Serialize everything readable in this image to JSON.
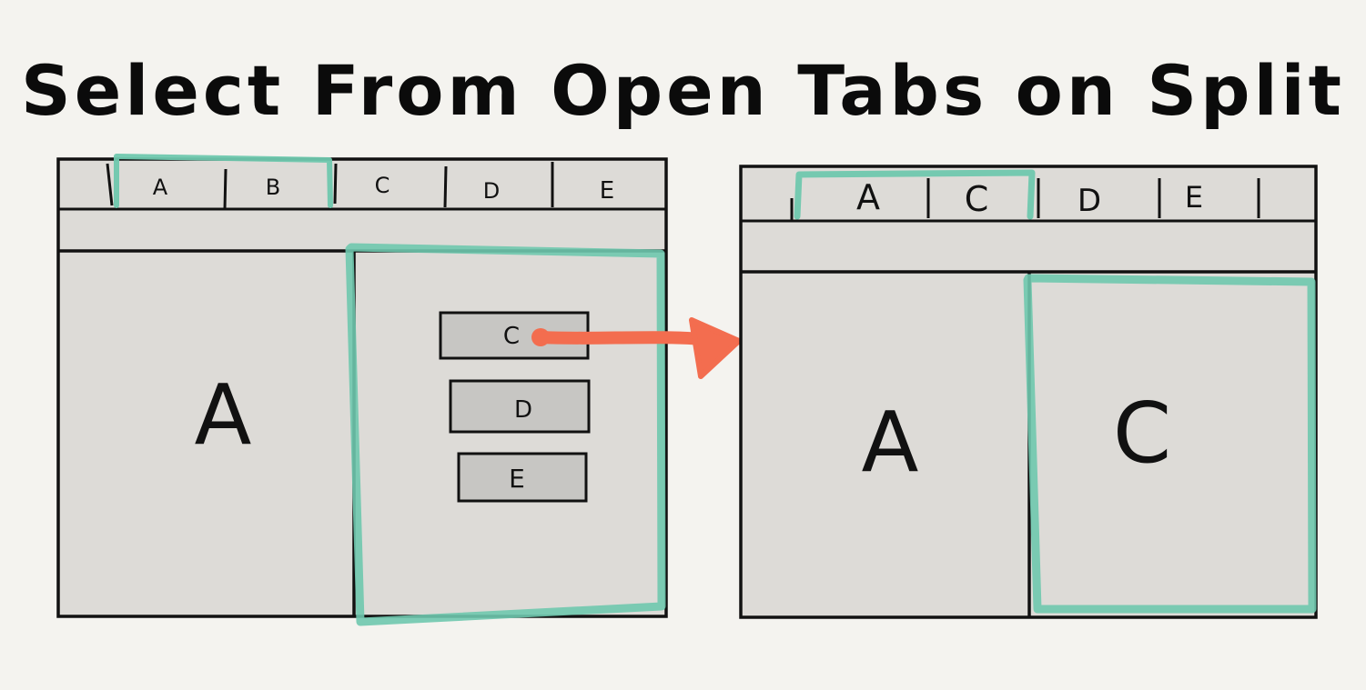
{
  "title": "Select From Open Tabs on Split",
  "colors": {
    "background": "#f4f3ef",
    "panel": "#dddbd7",
    "ink": "#111111",
    "highlight": "#6fc8ae",
    "arrow": "#f36d4f",
    "menu_item": "#c7c6c3"
  },
  "before": {
    "tabs": [
      "A",
      "B",
      "C",
      "D",
      "E"
    ],
    "left_pane_label": "A",
    "menu_items": [
      "C",
      "D",
      "E"
    ]
  },
  "after": {
    "tabs": [
      "A",
      "C",
      "D",
      "E"
    ],
    "left_pane_label": "A",
    "right_pane_label": "C"
  }
}
